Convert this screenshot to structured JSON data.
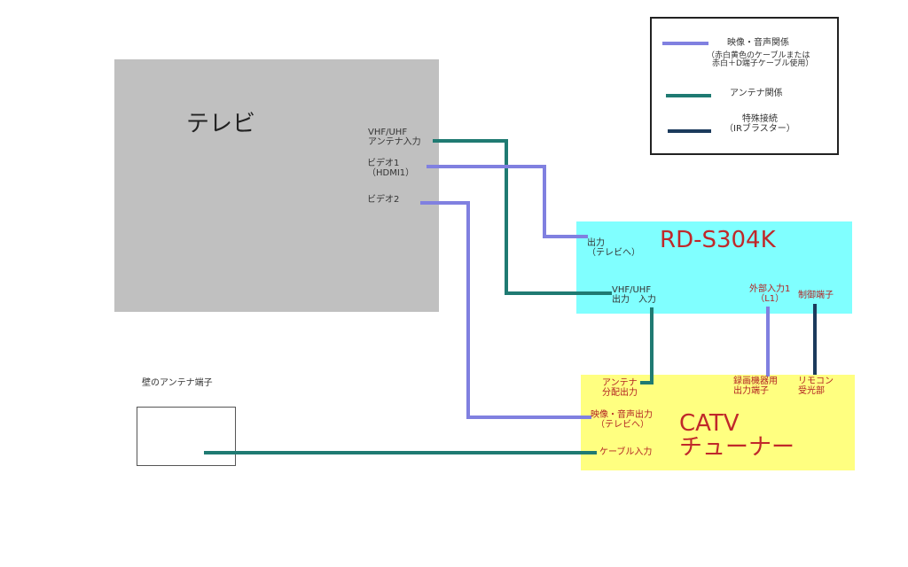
{
  "colors": {
    "av_line": "#8080e0",
    "antenna_line": "#1f7a72",
    "special_line": "#1b3a5c",
    "tv_fill": "#c0c0c0",
    "recorder_fill": "#80ffff",
    "catv_fill": "#ffff80",
    "label_red": "#b22222"
  },
  "tv": {
    "title": "テレビ",
    "ports": {
      "antenna_line1": "VHF/UHF",
      "antenna_line2": "アンテナ入力",
      "video1_line1": "ビデオ1",
      "video1_line2": "（HDMI1）",
      "video2": "ビデオ2"
    }
  },
  "recorder": {
    "title": "RD-S304K",
    "ports": {
      "output_line1": "出力",
      "output_line2": "（テレビへ）",
      "vhf_line1": "VHF/UHF",
      "vhf_line2": "出力　入力",
      "ext_line1": "外部入力1",
      "ext_line2": "（L1）",
      "control": "制御端子"
    }
  },
  "catv": {
    "title_line1": "CATV",
    "title_line2": "チューナー",
    "ports": {
      "antenna_line1": "アンテナ",
      "antenna_line2": "分配出力",
      "rec_line1": "録画機器用",
      "rec_line2": "出力端子",
      "remote_line1": "リモコン",
      "remote_line2": "受光部",
      "av_line1": "映像・音声出力",
      "av_line2": "（テレビへ）",
      "cable_in": "ケーブル入力"
    }
  },
  "wall": {
    "label": "壁のアンテナ端子"
  },
  "legend": {
    "items": [
      {
        "kind": "av",
        "line1": "映像・音声関係",
        "line2": "（赤白黄色のケーブルまたは",
        "line3": "赤白＋D端子ケーブル使用）"
      },
      {
        "kind": "antenna",
        "line1": "アンテナ関係"
      },
      {
        "kind": "special",
        "line1": "特殊接続",
        "line2": "（IRブラスター）"
      }
    ]
  },
  "connections": [
    {
      "name": "tv-antenna-to-recorder-vhf-out",
      "type": "antenna",
      "from": "TV VHF/UHF アンテナ入力",
      "to": "RD-S304K VHF/UHF 出力"
    },
    {
      "name": "tv-video1-to-recorder-output",
      "type": "av",
      "from": "TV ビデオ1 (HDMI1)",
      "to": "RD-S304K 出力 (テレビへ)"
    },
    {
      "name": "tv-video2-to-catv-av-out",
      "type": "av",
      "from": "TV ビデオ2",
      "to": "CATV 映像・音声出力 (テレビへ)"
    },
    {
      "name": "recorder-vhf-in-to-catv-antenna-out",
      "type": "antenna",
      "from": "RD-S304K VHF/UHF 入力",
      "to": "CATV アンテナ分配出力"
    },
    {
      "name": "recorder-ext-in-to-catv-rec-out",
      "type": "av",
      "from": "RD-S304K 外部入力1 (L1)",
      "to": "CATV 録画機器用出力端子"
    },
    {
      "name": "recorder-control-to-catv-remote",
      "type": "special",
      "from": "RD-S304K 制御端子",
      "to": "CATV リモコン受光部"
    },
    {
      "name": "wall-to-catv-cable-in",
      "type": "antenna",
      "from": "壁のアンテナ端子",
      "to": "CATV ケーブル入力"
    }
  ]
}
